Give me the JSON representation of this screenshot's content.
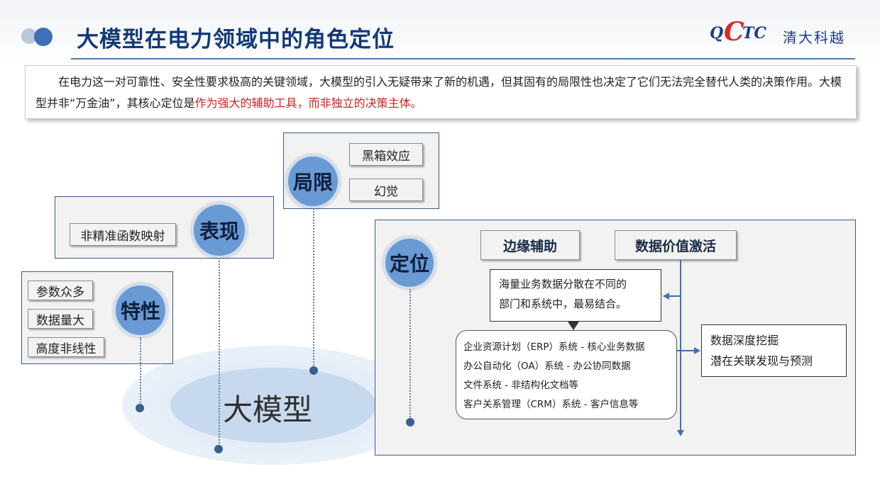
{
  "header": {
    "title": "大模型在电力领域中的角色定位",
    "logo": {
      "q": "Q",
      "c": "C",
      "tc": "TC",
      "name": "清大科越"
    }
  },
  "intro": {
    "text_before": "　　在电力这一对可靠性、安全性要求极高的关键领域，大模型的引入无疑带来了新的机遇，但其固有的局限性也决定了它们无法完全替代人类的决策作用。大模型并非“万金油”，其核心定位是",
    "text_highlight": "作为强大的辅助工具，而非独立的决策主体。"
  },
  "center": {
    "label": "大模型"
  },
  "features": {
    "title": "特性",
    "items": [
      "参数众多",
      "数据量大",
      "高度非线性"
    ]
  },
  "performance": {
    "title": "表现",
    "items": [
      "非精准函数映射"
    ]
  },
  "limitations": {
    "title": "局限",
    "items": [
      "黑箱效应",
      "幻觉"
    ]
  },
  "positioning": {
    "title": "定位",
    "edge_assist": "边缘辅助",
    "data_activation": "数据价值激活",
    "note_lines": [
      "海量业务数据分散在不同的",
      "部门和系统中，最易结合。"
    ],
    "systems": [
      "企业资源计划（ERP）系统 - 核心业务数据",
      "办公自动化（OA）系统 - 办公协同数据",
      "文件系统 - 非结构化文档等",
      "客户关系管理（CRM）系统 - 客户信息等"
    ],
    "mining": [
      "数据深度挖掘",
      "潜在关联发现与预测"
    ]
  },
  "colors": {
    "title_blue": "#123a7a",
    "accent_blue": "#3f6fb6",
    "highlight_red": "#d42020",
    "circle_fill": "#6a9ad4"
  }
}
